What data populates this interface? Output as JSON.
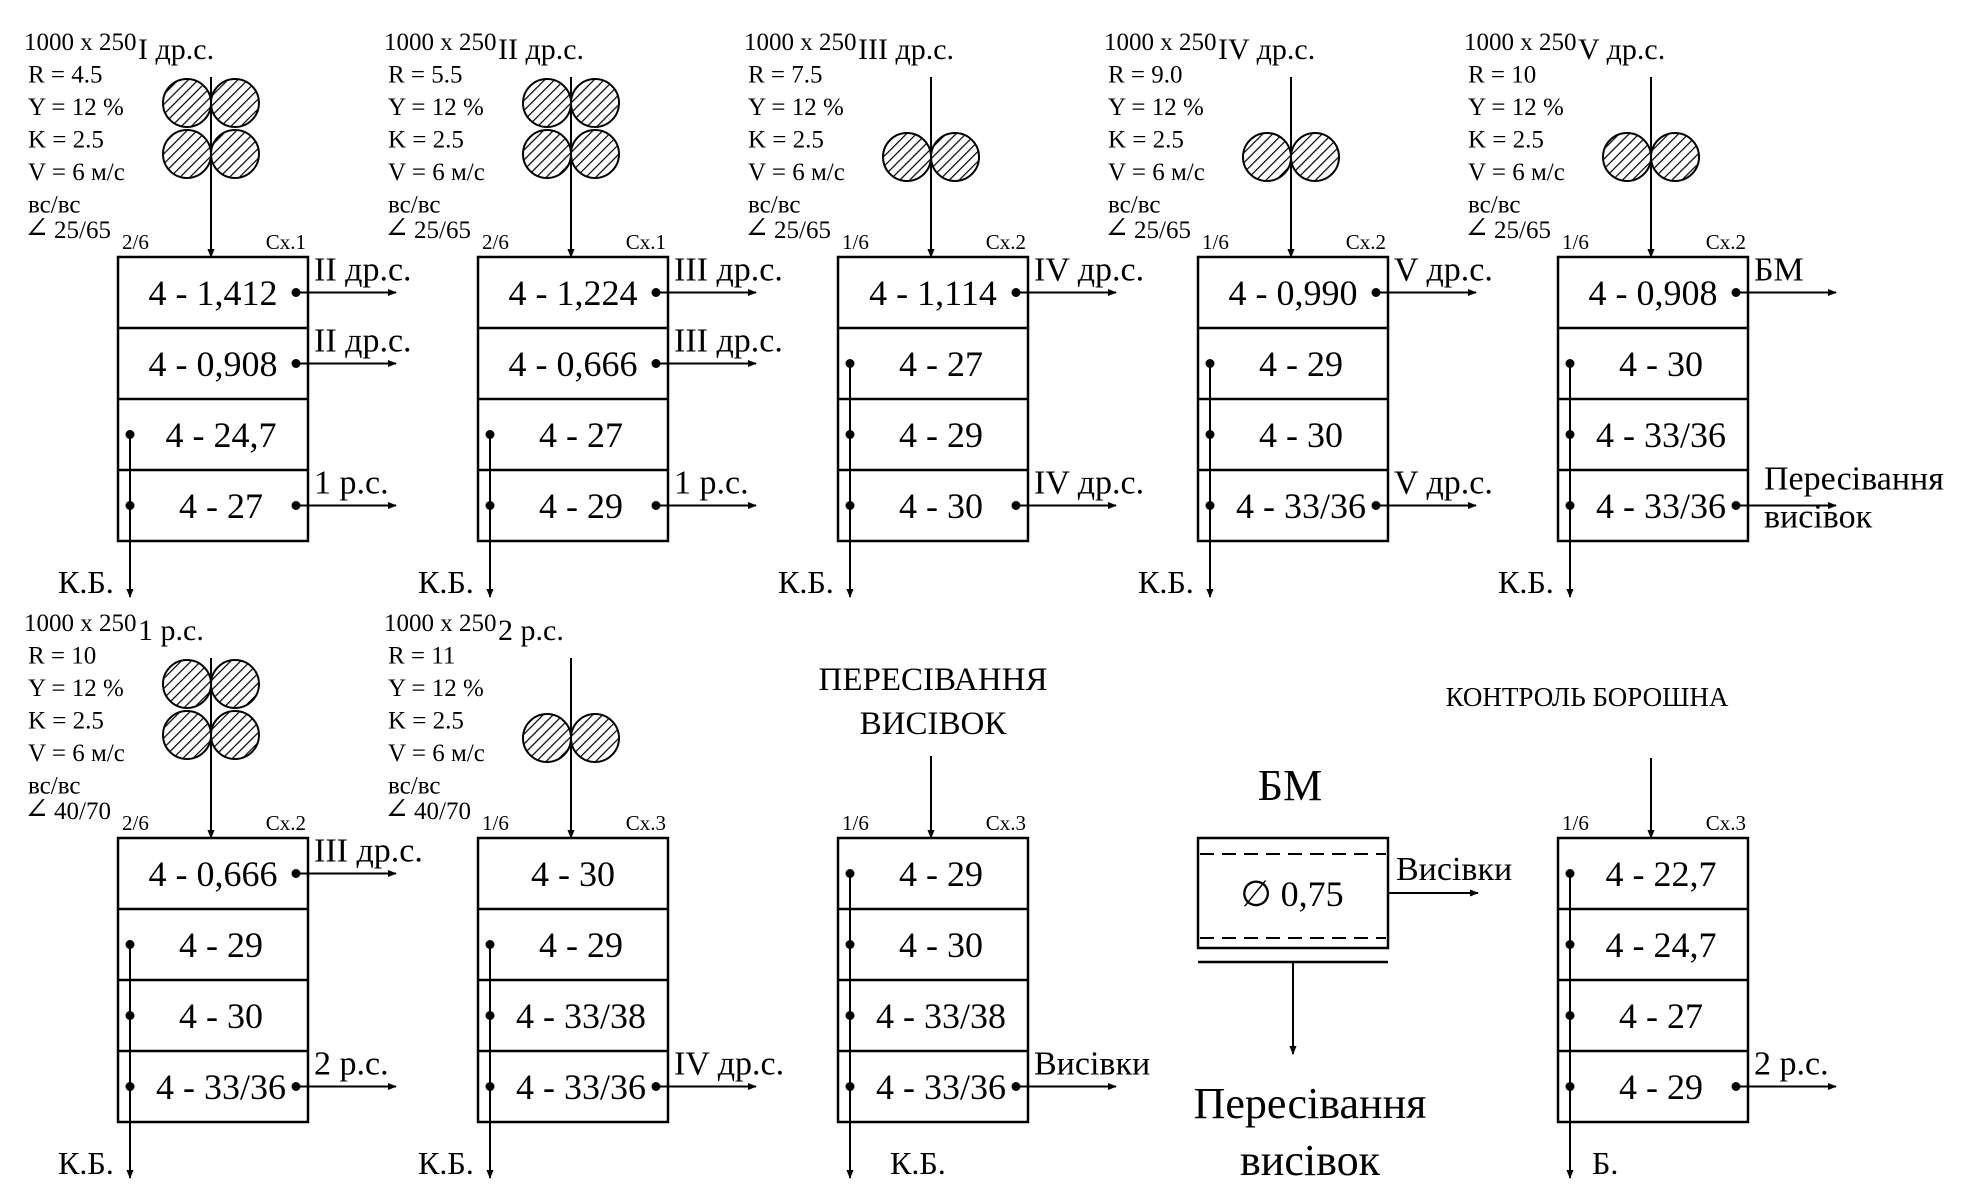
{
  "colors": {
    "ink": "#000000",
    "background": "#ffffff"
  },
  "stages": [
    {
      "id": "dr1",
      "roll_label": "I др.с.",
      "roll_type": "quad",
      "params": [
        "1000 x 250",
        "R = 4.5",
        "Y = 12 %",
        "K = 2.5",
        "V = 6 м/с",
        "вс/вс"
      ],
      "angle": "25/65",
      "frame": "2/6",
      "scheme": "Сх.1",
      "cells": [
        "4 - 1,412",
        "4 - 0,908",
        "4 - 24,7",
        "4 - 27"
      ],
      "right_dots": [
        true,
        true,
        false,
        true
      ],
      "left_dots": [
        false,
        false,
        true,
        true
      ],
      "outputs": [
        "II др.с.",
        "II др.с.",
        "",
        "1 р.с."
      ],
      "kb_label": "К.Б."
    },
    {
      "id": "dr2",
      "roll_label": "II др.с.",
      "roll_type": "quad",
      "params": [
        "1000 x 250",
        "R = 5.5",
        "Y = 12 %",
        "K = 2.5",
        "V = 6 м/с",
        "вс/вс"
      ],
      "angle": "25/65",
      "frame": "2/6",
      "scheme": "Сх.1",
      "cells": [
        "4 - 1,224",
        "4 - 0,666",
        "4 - 27",
        "4 - 29"
      ],
      "right_dots": [
        true,
        true,
        false,
        true
      ],
      "left_dots": [
        false,
        false,
        true,
        true
      ],
      "outputs": [
        "III др.с.",
        "III др.с.",
        "",
        "1 р.с."
      ],
      "kb_label": "К.Б."
    },
    {
      "id": "dr3",
      "roll_label": "III др.с.",
      "roll_type": "pair",
      "params": [
        "1000 x 250",
        "R = 7.5",
        "Y = 12 %",
        "K = 2.5",
        "V = 6 м/с",
        "вс/вс"
      ],
      "angle": "25/65",
      "frame": "1/6",
      "scheme": "Сх.2",
      "cells": [
        "4 - 1,114",
        "4 - 27",
        "4 - 29",
        "4 - 30"
      ],
      "right_dots": [
        true,
        false,
        false,
        true
      ],
      "left_dots": [
        false,
        true,
        true,
        true
      ],
      "outputs": [
        "IV др.с.",
        "",
        "",
        "IV др.с."
      ],
      "kb_label": "К.Б."
    },
    {
      "id": "dr4",
      "roll_label": "IV др.с.",
      "roll_type": "pair",
      "params": [
        "1000 x 250",
        "R = 9.0",
        "Y = 12 %",
        "K = 2.5",
        "V = 6 м/с",
        "вс/вс"
      ],
      "angle": "25/65",
      "frame": "1/6",
      "scheme": "Сх.2",
      "cells": [
        "4 - 0,990",
        "4 - 29",
        "4 - 30",
        "4 - 33/36"
      ],
      "right_dots": [
        true,
        false,
        false,
        true
      ],
      "left_dots": [
        false,
        true,
        true,
        true
      ],
      "outputs": [
        "V др.с.",
        "",
        "",
        "V др.с."
      ],
      "kb_label": "К.Б."
    },
    {
      "id": "dr5",
      "roll_label": "V др.с.",
      "roll_type": "pair",
      "params": [
        "1000 x 250",
        "R = 10",
        "Y = 12 %",
        "K = 2.5",
        "V = 6 м/с",
        "вс/вс"
      ],
      "angle": "25/65",
      "frame": "1/6",
      "scheme": "Сх.2",
      "cells": [
        "4 - 0,908",
        "4 - 30",
        "4 - 33/36",
        "4 - 33/36"
      ],
      "right_dots": [
        true,
        false,
        false,
        true
      ],
      "left_dots": [
        false,
        true,
        true,
        true
      ],
      "outputs": [
        "БМ",
        "",
        "",
        "Пересівання висівок"
      ],
      "kb_label": "К.Б."
    },
    {
      "id": "rs1",
      "roll_label": "1 р.с.",
      "roll_type": "quad",
      "params": [
        "1000 x 250",
        "R = 10",
        "Y = 12 %",
        "K = 2.5",
        "V = 6 м/с",
        "вс/вс"
      ],
      "angle": "40/70",
      "frame": "2/6",
      "scheme": "Сх.2",
      "cells": [
        "4 - 0,666",
        "4 - 29",
        "4 - 30",
        "4 - 33/36"
      ],
      "right_dots": [
        true,
        false,
        false,
        true
      ],
      "left_dots": [
        false,
        true,
        true,
        true
      ],
      "outputs": [
        "III др.с.",
        "",
        "",
        "2 р.с."
      ],
      "kb_label": "К.Б."
    },
    {
      "id": "rs2",
      "roll_label": "2 р.с.",
      "roll_type": "pair",
      "params": [
        "1000 x 250",
        "R = 11",
        "Y = 12 %",
        "K = 2.5",
        "V = 6 м/с",
        "вс/вс"
      ],
      "angle": "40/70",
      "frame": "1/6",
      "scheme": "Сх.3",
      "cells": [
        "4 - 30",
        "4 - 29",
        "4 - 33/38",
        "4 - 33/36"
      ],
      "right_dots": [
        false,
        false,
        false,
        true
      ],
      "left_dots": [
        false,
        true,
        true,
        true
      ],
      "outputs": [
        "",
        "",
        "",
        "IV др.с."
      ],
      "kb_label": "К.Б."
    },
    {
      "id": "rbran",
      "title_lines": [
        "ПЕРЕСІВАННЯ",
        "ВИСІВОК"
      ],
      "roll_type": "none",
      "frame": "1/6",
      "scheme": "Сх.3",
      "cells": [
        "4 - 29",
        "4 - 30",
        "4 - 33/38",
        "4 - 33/36"
      ],
      "right_dots": [
        false,
        false,
        false,
        true
      ],
      "left_dots": [
        true,
        true,
        true,
        true
      ],
      "outputs": [
        "",
        "",
        "",
        "Висівки"
      ],
      "kb_label": "К.Б."
    },
    {
      "id": "ctrl",
      "title_lines": [
        "КОНТРОЛЬ БОРОШНА"
      ],
      "roll_type": "none",
      "frame": "1/6",
      "scheme": "Сх.3",
      "cells": [
        "4 - 22,7",
        "4 - 24,7",
        "4 - 27",
        "4 - 29"
      ],
      "right_dots": [
        false,
        false,
        false,
        true
      ],
      "left_dots": [
        true,
        true,
        true,
        true
      ],
      "outputs": [
        "",
        "",
        "",
        "2 р.с."
      ],
      "kb_label": "Б."
    }
  ],
  "bm": {
    "title": "БМ",
    "sieve": "∅ 0,75",
    "output": "Висівки",
    "bottom_lines": [
      "Пересівання",
      "висівок"
    ]
  }
}
